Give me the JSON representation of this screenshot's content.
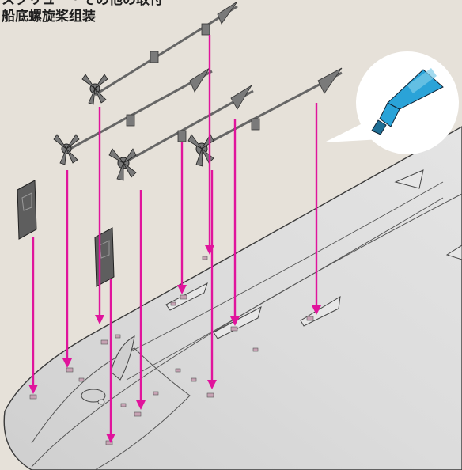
{
  "instruction": {
    "title_ja": "スクリュー・その他の取付",
    "title_zh": "船底螺旋桨组装"
  },
  "parts": {
    "propeller_shafts": 4,
    "rudders": 2
  },
  "colors": {
    "background": "#e6e1d9",
    "hull_fill": "#d8d8d8",
    "hull_stroke": "#3a3a3a",
    "part_fill": "#6b6b6b",
    "arrow": "#e0149c",
    "glue_blue": "#2aa3d8"
  },
  "icons": [
    "glue-bottle-icon",
    "propeller-icon",
    "rudder-icon",
    "assembly-arrow-icon"
  ]
}
